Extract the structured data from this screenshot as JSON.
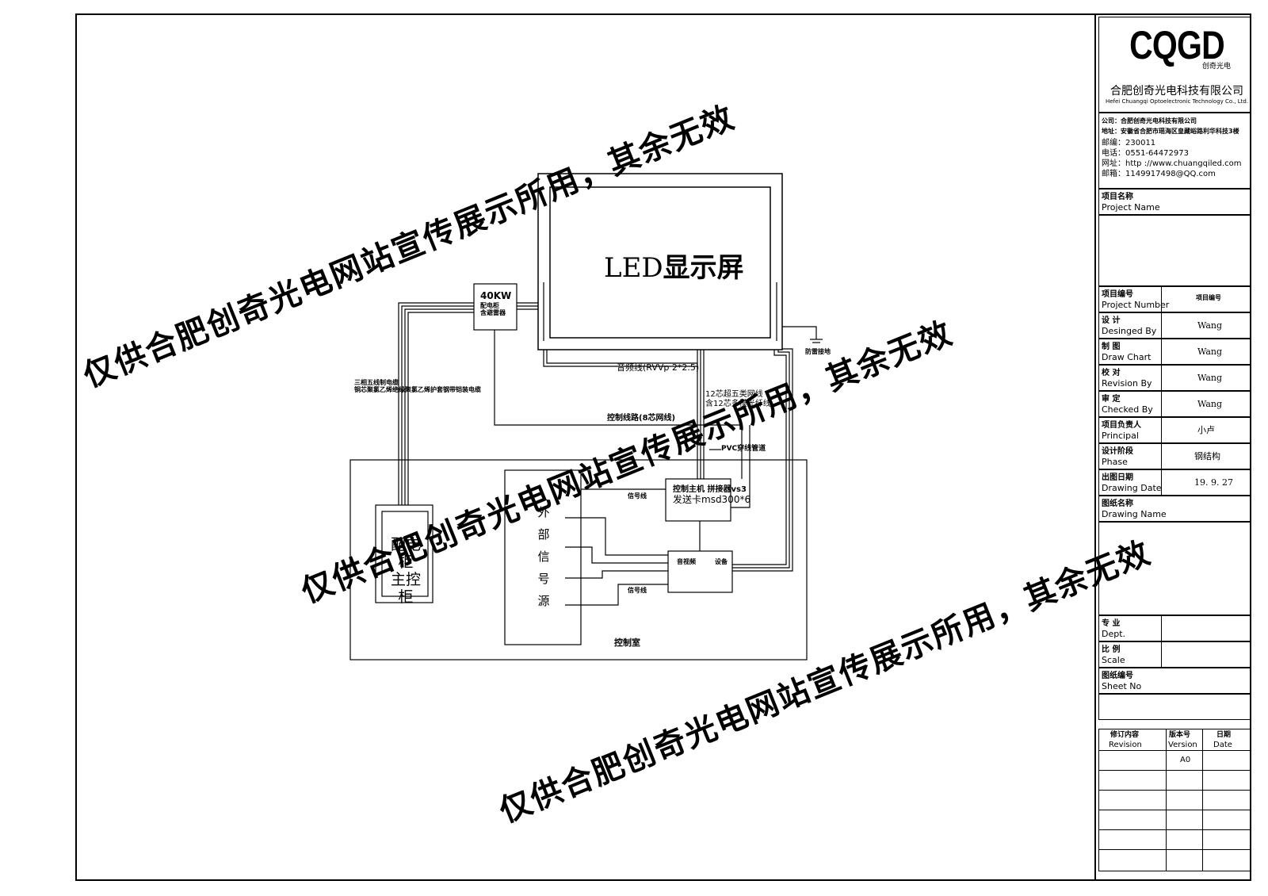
{
  "title_block": {
    "logo_text": "CQGD",
    "logo_sub": "创奇光电",
    "company_cn": "合肥创奇光电科技有限公司",
    "company_en": "Hefei Chuangqi Optoelectronic Technology Co., Ltd.",
    "contact": [
      "公司：合肥创奇光电科技有限公司",
      "地址：安徽省合肥市瑶海区皇藏峪路利华科技3楼",
      "邮编：230011",
      "电话：0551-64472973",
      "网址：http ://www.chuangqiled.com",
      "邮箱：1149917498@QQ.com"
    ],
    "project_name_cn": "项目名称",
    "project_name_en": "Project Name",
    "fields": [
      {
        "cn": "项目编号",
        "en": "Project Number",
        "value": "项目编号"
      },
      {
        "cn": "设  计",
        "en": "Desinged By",
        "value": "Wang"
      },
      {
        "cn": "制  图",
        "en": "Draw Chart",
        "value": "Wang"
      },
      {
        "cn": "校  对",
        "en": "Revision By",
        "value": "Wang"
      },
      {
        "cn": "审  定",
        "en": "Checked By",
        "value": "Wang"
      },
      {
        "cn": "项目负责人",
        "en": "Principal",
        "value": "小卢"
      },
      {
        "cn": "设计阶段",
        "en": "Phase",
        "value": "钢结构"
      },
      {
        "cn": "出图日期",
        "en": "Drawing Date",
        "value": "19. 9. 27"
      }
    ],
    "drawing_name_cn": "图纸名称",
    "drawing_name_en": "Drawing Name",
    "dept_cn": "专  业",
    "dept_en": "Dept.",
    "scale_cn": "比  例",
    "scale_en": "Scale",
    "sheet_cn": "图纸编号",
    "sheet_en": "Sheet No",
    "revision": {
      "h1_cn": "修订内容",
      "h1_en": "Revision",
      "h2_cn": "版本号",
      "h2_en": "Version",
      "h3_cn": "日期",
      "h3_en": "Date",
      "version_value": "A0"
    }
  },
  "diagram": {
    "led_title_a": "LED",
    "led_title_b": "显示屏",
    "power_box": [
      "40KW",
      "配电柜",
      "含避雷器"
    ],
    "cable_label_1": "三相五线制电缆",
    "cable_label_2": "铜芯聚氯乙烯绝缘聚氯乙烯护套钢带铠装电缆",
    "signal_cable": "音频线(RVVp 2*2.5)",
    "control_line": "控制线路(8芯网线)",
    "fiber_1": "12芯超五类网线",
    "fiber_2": "含12芯多模光纤线",
    "pvc": "PVC穿线管道",
    "ground": "防雷接地",
    "control_host_1": "控制主机  拼接器vs3",
    "control_host_2": "发送卡msd300*6",
    "signal_line_1": "信号线",
    "signal_line_2": "信号线",
    "av_device_a": "音视频",
    "av_device_b": "设备",
    "external_source": [
      "外",
      "部",
      "信",
      "号",
      "源"
    ],
    "cabinet": [
      "配电柜",
      "主控柜"
    ],
    "control_room": "控制室"
  },
  "watermark": "仅供合肥创奇光电网站宣传展示所用，其余无效"
}
